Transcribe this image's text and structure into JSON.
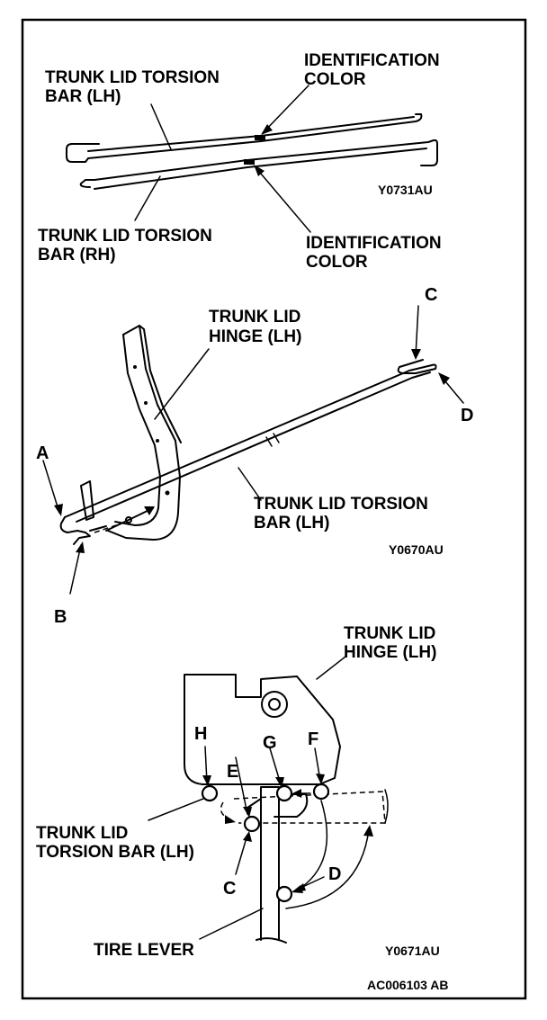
{
  "panel1": {
    "label_bar_lh_line1": "TRUNK LID TORSION",
    "label_bar_lh_line2": "BAR (LH)",
    "label_id_color_top_line1": "IDENTIFICATION",
    "label_id_color_top_line2": "COLOR",
    "label_bar_rh_line1": "TRUNK LID TORSION",
    "label_bar_rh_line2": "BAR (RH)",
    "label_id_color_bottom_line1": "IDENTIFICATION",
    "label_id_color_bottom_line2": "COLOR",
    "code": "Y0731AU"
  },
  "panel2": {
    "label_hinge_line1": "TRUNK LID",
    "label_hinge_line2": "HINGE (LH)",
    "label_bar_line1": "TRUNK LID TORSION",
    "label_bar_line2": "BAR (LH)",
    "letter_a": "A",
    "letter_b": "B",
    "letter_c": "C",
    "letter_d": "D",
    "code": "Y0670AU"
  },
  "panel3": {
    "label_hinge_line1": "TRUNK LID",
    "label_hinge_line2": "HINGE (LH)",
    "label_bar_line1": "TRUNK LID",
    "label_bar_line2": "TORSION BAR (LH)",
    "label_tire_lever": "TIRE LEVER",
    "letter_h": "H",
    "letter_e": "E",
    "letter_g": "G",
    "letter_f": "F",
    "letter_c": "C",
    "letter_d": "D",
    "code": "Y0671AU"
  },
  "figure_code": "AC006103 AB"
}
